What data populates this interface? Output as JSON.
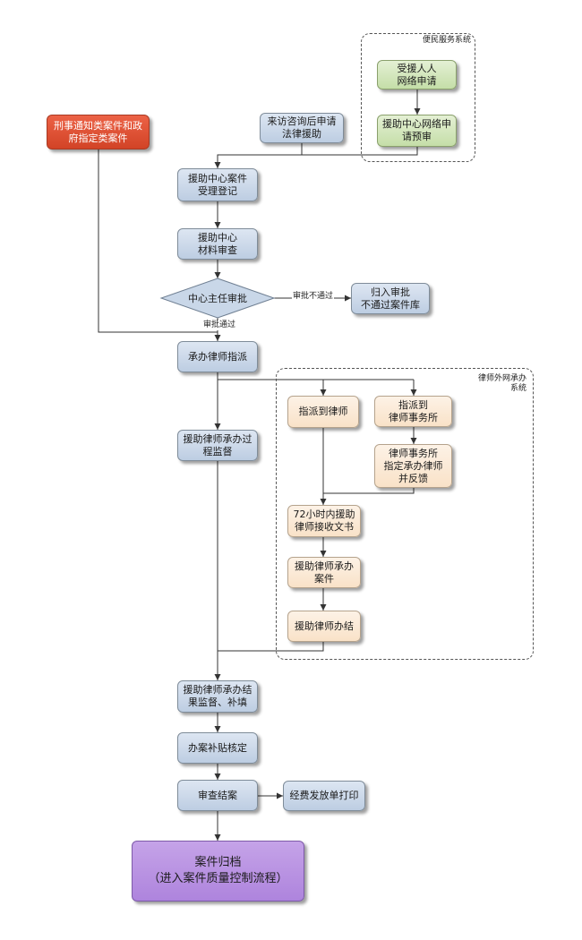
{
  "groups": {
    "service_system": "便民服务系统",
    "lawyer_system": "律师外网承办\n系统"
  },
  "nodes": {
    "applicant_online": "受援人人\n网络申请",
    "center_online_pretrial": "援助中心网络申\n请预审",
    "visit_consult": "来访咨询后申请\n法律援助",
    "criminal_notice": "刑事通知类案件和政\n府指定类案件",
    "case_registration": "援助中心案件\n受理登记",
    "material_review": "援助中心\n材料审查",
    "director_approval": "中心主任审批",
    "archive_rejected": "归入审批\n不通过案件库",
    "assign_lawyer": "承办律师指派",
    "assign_to_lawyer": "指派到律师",
    "assign_to_firm": "指派到\n律师事务所",
    "firm_designate": "律师事务所\n指定承办律师\n并反馈",
    "process_supervision": "援助律师承办过\n程监督",
    "receive_docs_72h": "72小时内援助\n律师接收文书",
    "lawyer_handle_case": "援助律师承办\n案件",
    "lawyer_close_case": "援助律师办结",
    "result_supervision": "援助律师承办结\n果监督、补填",
    "subsidy_verification": "办案补贴核定",
    "review_close": "审查结案",
    "expense_print": "经费发放单打印",
    "case_archive": "案件归档\n（进入案件质量控制流程）"
  },
  "edge_labels": {
    "not_approved": "审批不通过",
    "approved": "审批通过"
  },
  "colors": {
    "process_blue": "#c9d7e8",
    "service_green": "#d4e6bd",
    "lawyer_peach": "#fbe8d4",
    "criminal_red": "#e0533a",
    "archive_purple": "#b991e2",
    "connector": "#333333"
  }
}
